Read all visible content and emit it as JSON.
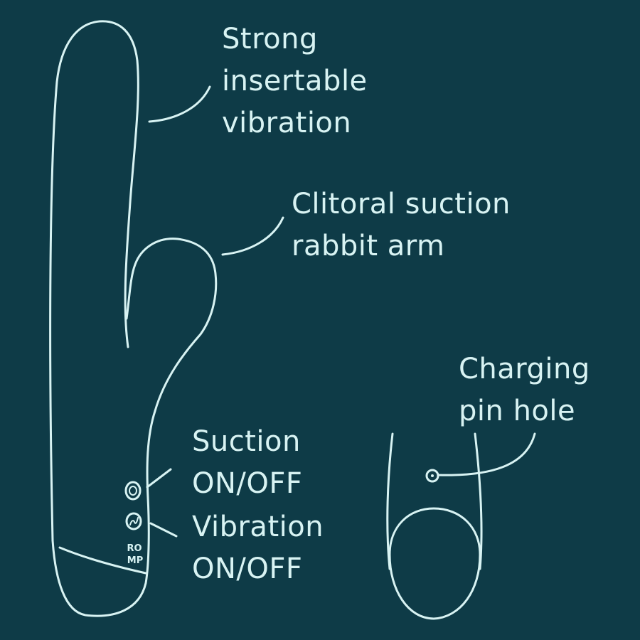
{
  "colors": {
    "background": "#0e3b47",
    "outline": "#d8f3f3"
  },
  "callouts": {
    "strong": {
      "line1": "Strong",
      "line2": "insertable",
      "line3": "vibration"
    },
    "clitoral": {
      "line1": "Clitoral suction",
      "line2": "rabbit arm"
    },
    "charging": {
      "line1": "Charging",
      "line2": "pin hole"
    },
    "suction": {
      "line1": "Suction",
      "line2": "ON/OFF"
    },
    "vibration": {
      "line1": "Vibration",
      "line2": "ON/OFF"
    }
  },
  "device": {
    "brand_logo_line1": "RO",
    "brand_logo_line2": "MP"
  }
}
